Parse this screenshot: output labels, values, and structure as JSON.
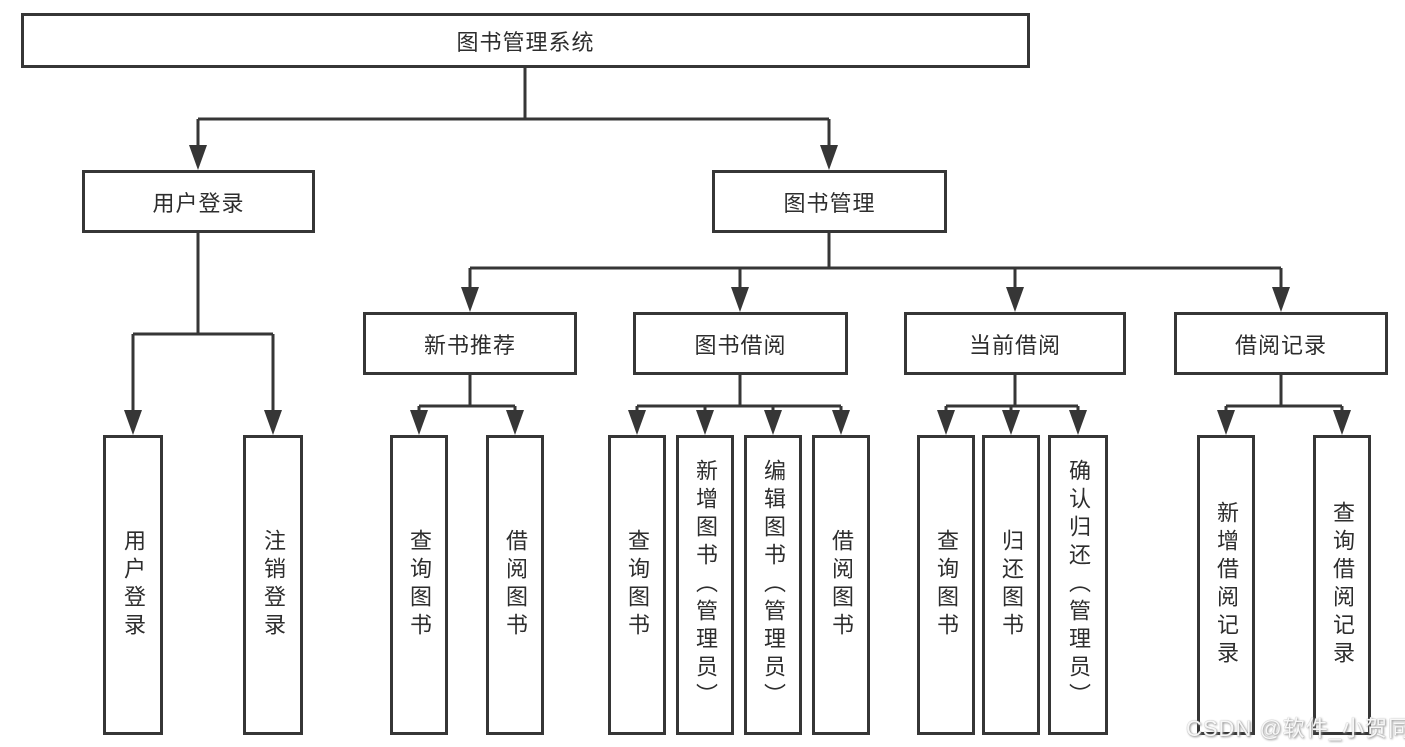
{
  "diagram": {
    "type": "hierarchy-tree",
    "colors": {
      "line": "#363636",
      "text": "#2d2d2d",
      "background": "#ffffff",
      "watermark": "#ffffff"
    },
    "watermark": "CSDN @软件_小贺同学",
    "root": {
      "label": "图书管理系统",
      "children": [
        {
          "label": "用户登录",
          "children": [
            {
              "label": "用户登录"
            },
            {
              "label": "注销登录"
            }
          ]
        },
        {
          "label": "图书管理",
          "children": [
            {
              "label": "新书推荐",
              "children": [
                {
                  "label": "查询图书"
                },
                {
                  "label": "借阅图书"
                }
              ]
            },
            {
              "label": "图书借阅",
              "children": [
                {
                  "label": "查询图书"
                },
                {
                  "label": "新增图书（管理员）"
                },
                {
                  "label": "编辑图书（管理员）"
                },
                {
                  "label": "借阅图书"
                }
              ]
            },
            {
              "label": "当前借阅",
              "children": [
                {
                  "label": "查询图书"
                },
                {
                  "label": "归还图书"
                },
                {
                  "label": "确认归还（管理员）"
                }
              ]
            },
            {
              "label": "借阅记录",
              "children": [
                {
                  "label": "新增借阅记录"
                },
                {
                  "label": "查询借阅记录"
                }
              ]
            }
          ]
        }
      ]
    }
  }
}
